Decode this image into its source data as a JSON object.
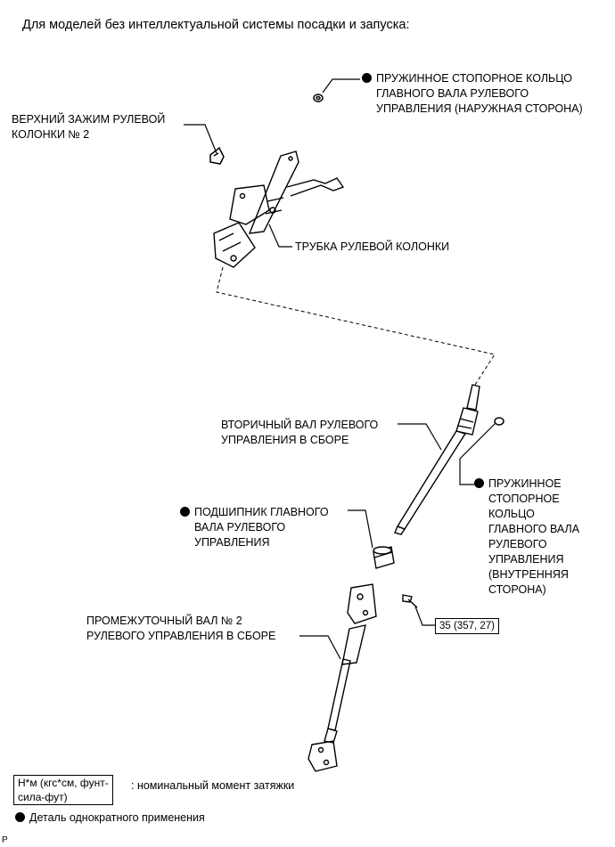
{
  "header": "Для моделей без интеллектуальной системы посадки и запуска:",
  "labels": {
    "snap_ring_outer": [
      "ПРУЖИННОЕ СТОПОРНОЕ КОЛЬЦО",
      "ГЛАВНОГО ВАЛА РУЛЕВОГО",
      "УПРАВЛЕНИЯ (НАРУЖНАЯ СТОРОНА)"
    ],
    "upper_clamp": [
      "ВЕРХНИЙ ЗАЖИМ РУЛЕВОЙ",
      "КОЛОНКИ № 2"
    ],
    "column_tube": "ТРУБКА РУЛЕВОЙ КОЛОНКИ",
    "secondary_shaft": [
      "ВТОРИЧНЫЙ ВАЛ РУЛЕВОГО",
      "УПРАВЛЕНИЯ В СБОРЕ"
    ],
    "snap_ring_inner": [
      "ПРУЖИННОЕ",
      "СТОПОРНОЕ",
      "КОЛЬЦО",
      "ГЛАВНОГО ВАЛА",
      "РУЛЕВОГО",
      "УПРАВЛЕНИЯ",
      "(ВНУТРЕННЯЯ",
      "СТОРОНА)"
    ],
    "bearing": [
      "ПОДШИПНИК ГЛАВНОГО",
      "ВАЛА РУЛЕВОГО",
      "УПРАВЛЕНИЯ"
    ],
    "intermediate_shaft": [
      "ПРОМЕЖУТОЧНЫЙ ВАЛ № 2",
      "РУЛЕВОГО УПРАВЛЕНИЯ В СБОРЕ"
    ]
  },
  "torque": "35 (357, 27)",
  "legend": {
    "torque_box": [
      "Н*м (кгс*см, фунт-",
      "сила-фут)"
    ],
    "torque_desc": ": номинальный момент затяжки",
    "non_reusable": "Деталь однократного применения"
  },
  "page_mark": "P"
}
